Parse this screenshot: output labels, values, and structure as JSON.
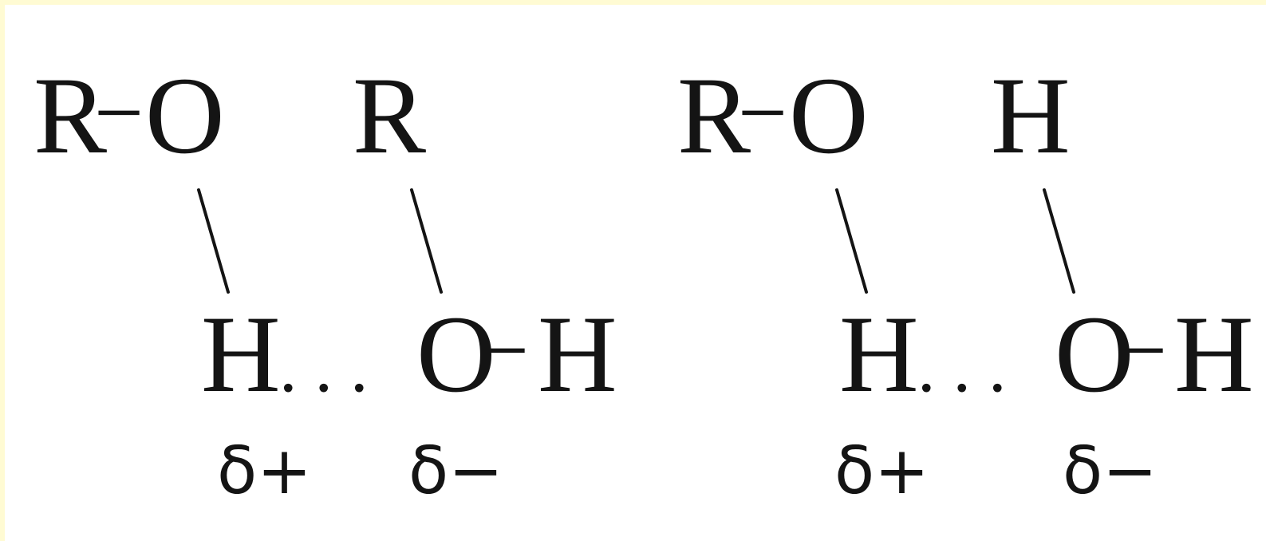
{
  "diagrams": [
    {
      "top_left": "R",
      "top_left_bond": "−",
      "top_left_atom": "O",
      "top_right": "R",
      "bottom_donor": "H",
      "hbond": "...",
      "bottom_acceptor": "O",
      "bottom_bond": "−",
      "bottom_end": "H",
      "charge_donor": "δ+",
      "charge_acceptor": "δ−"
    },
    {
      "top_left": "R",
      "top_left_bond": "−",
      "top_left_atom": "O",
      "top_right": "H",
      "bottom_donor": "H",
      "hbond": "...",
      "bottom_acceptor": "O",
      "bottom_bond": "−",
      "bottom_end": "H",
      "charge_donor": "δ+",
      "charge_acceptor": "δ−"
    }
  ]
}
